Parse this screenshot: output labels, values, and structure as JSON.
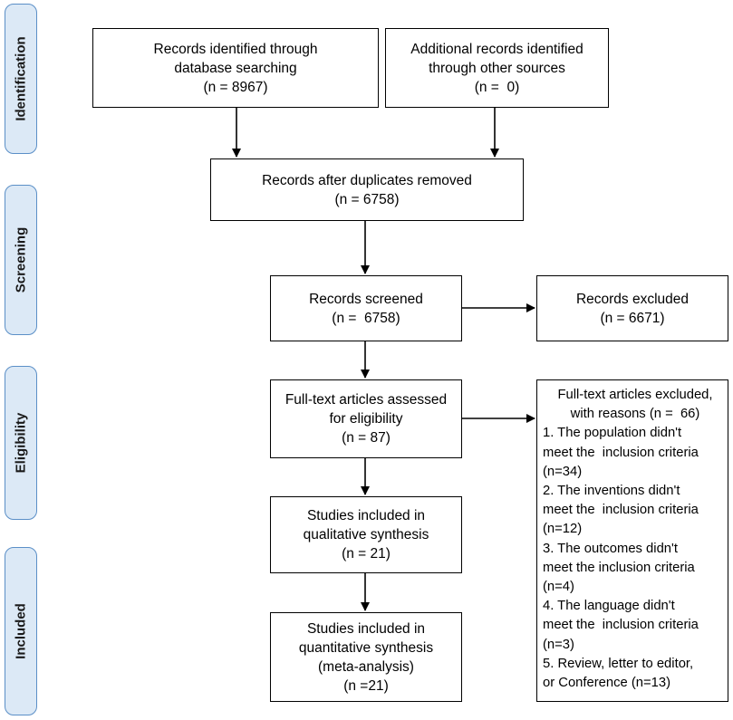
{
  "stages": {
    "identification": "Identification",
    "screening": "Screening",
    "eligibility": "Eligibility",
    "included": "Included"
  },
  "boxes": {
    "database_records": [
      "Records identified through",
      "database searching",
      "(n = 8967)"
    ],
    "other_records": [
      "Additional records identified",
      "through other sources",
      "(n =  0)"
    ],
    "after_duplicates": [
      "Records after duplicates removed",
      "(n = 6758)"
    ],
    "screened": [
      "Records screened",
      "(n =  6758)"
    ],
    "excluded": [
      "Records excluded",
      "(n = 6671)"
    ],
    "fulltext_assessed": [
      "Full-text articles assessed",
      "for eligibility",
      "(n = 87)"
    ],
    "fulltext_excluded": [
      "Full-text articles excluded,",
      "with reasons (n =  66)",
      "1. The population didn't",
      "meet the  inclusion criteria",
      "(n=34)",
      "2. The inventions didn't",
      "meet the  inclusion criteria",
      "(n=12)",
      "3. The outcomes didn't",
      "meet the inclusion criteria",
      "(n=4)",
      "4. The language didn't",
      "meet the  inclusion criteria",
      "(n=3)",
      "5. Review, letter to editor,",
      "or Conference (n=13)"
    ],
    "qualitative": [
      "Studies included in",
      "qualitative synthesis",
      "(n = 21)"
    ],
    "quantitative": [
      "Studies included in",
      "quantitative synthesis",
      "(meta-analysis)",
      "(n =21)"
    ]
  },
  "colors": {
    "stage_fill": "#dce9f6",
    "stage_border": "#5b8fc7",
    "box_border": "#000000"
  }
}
